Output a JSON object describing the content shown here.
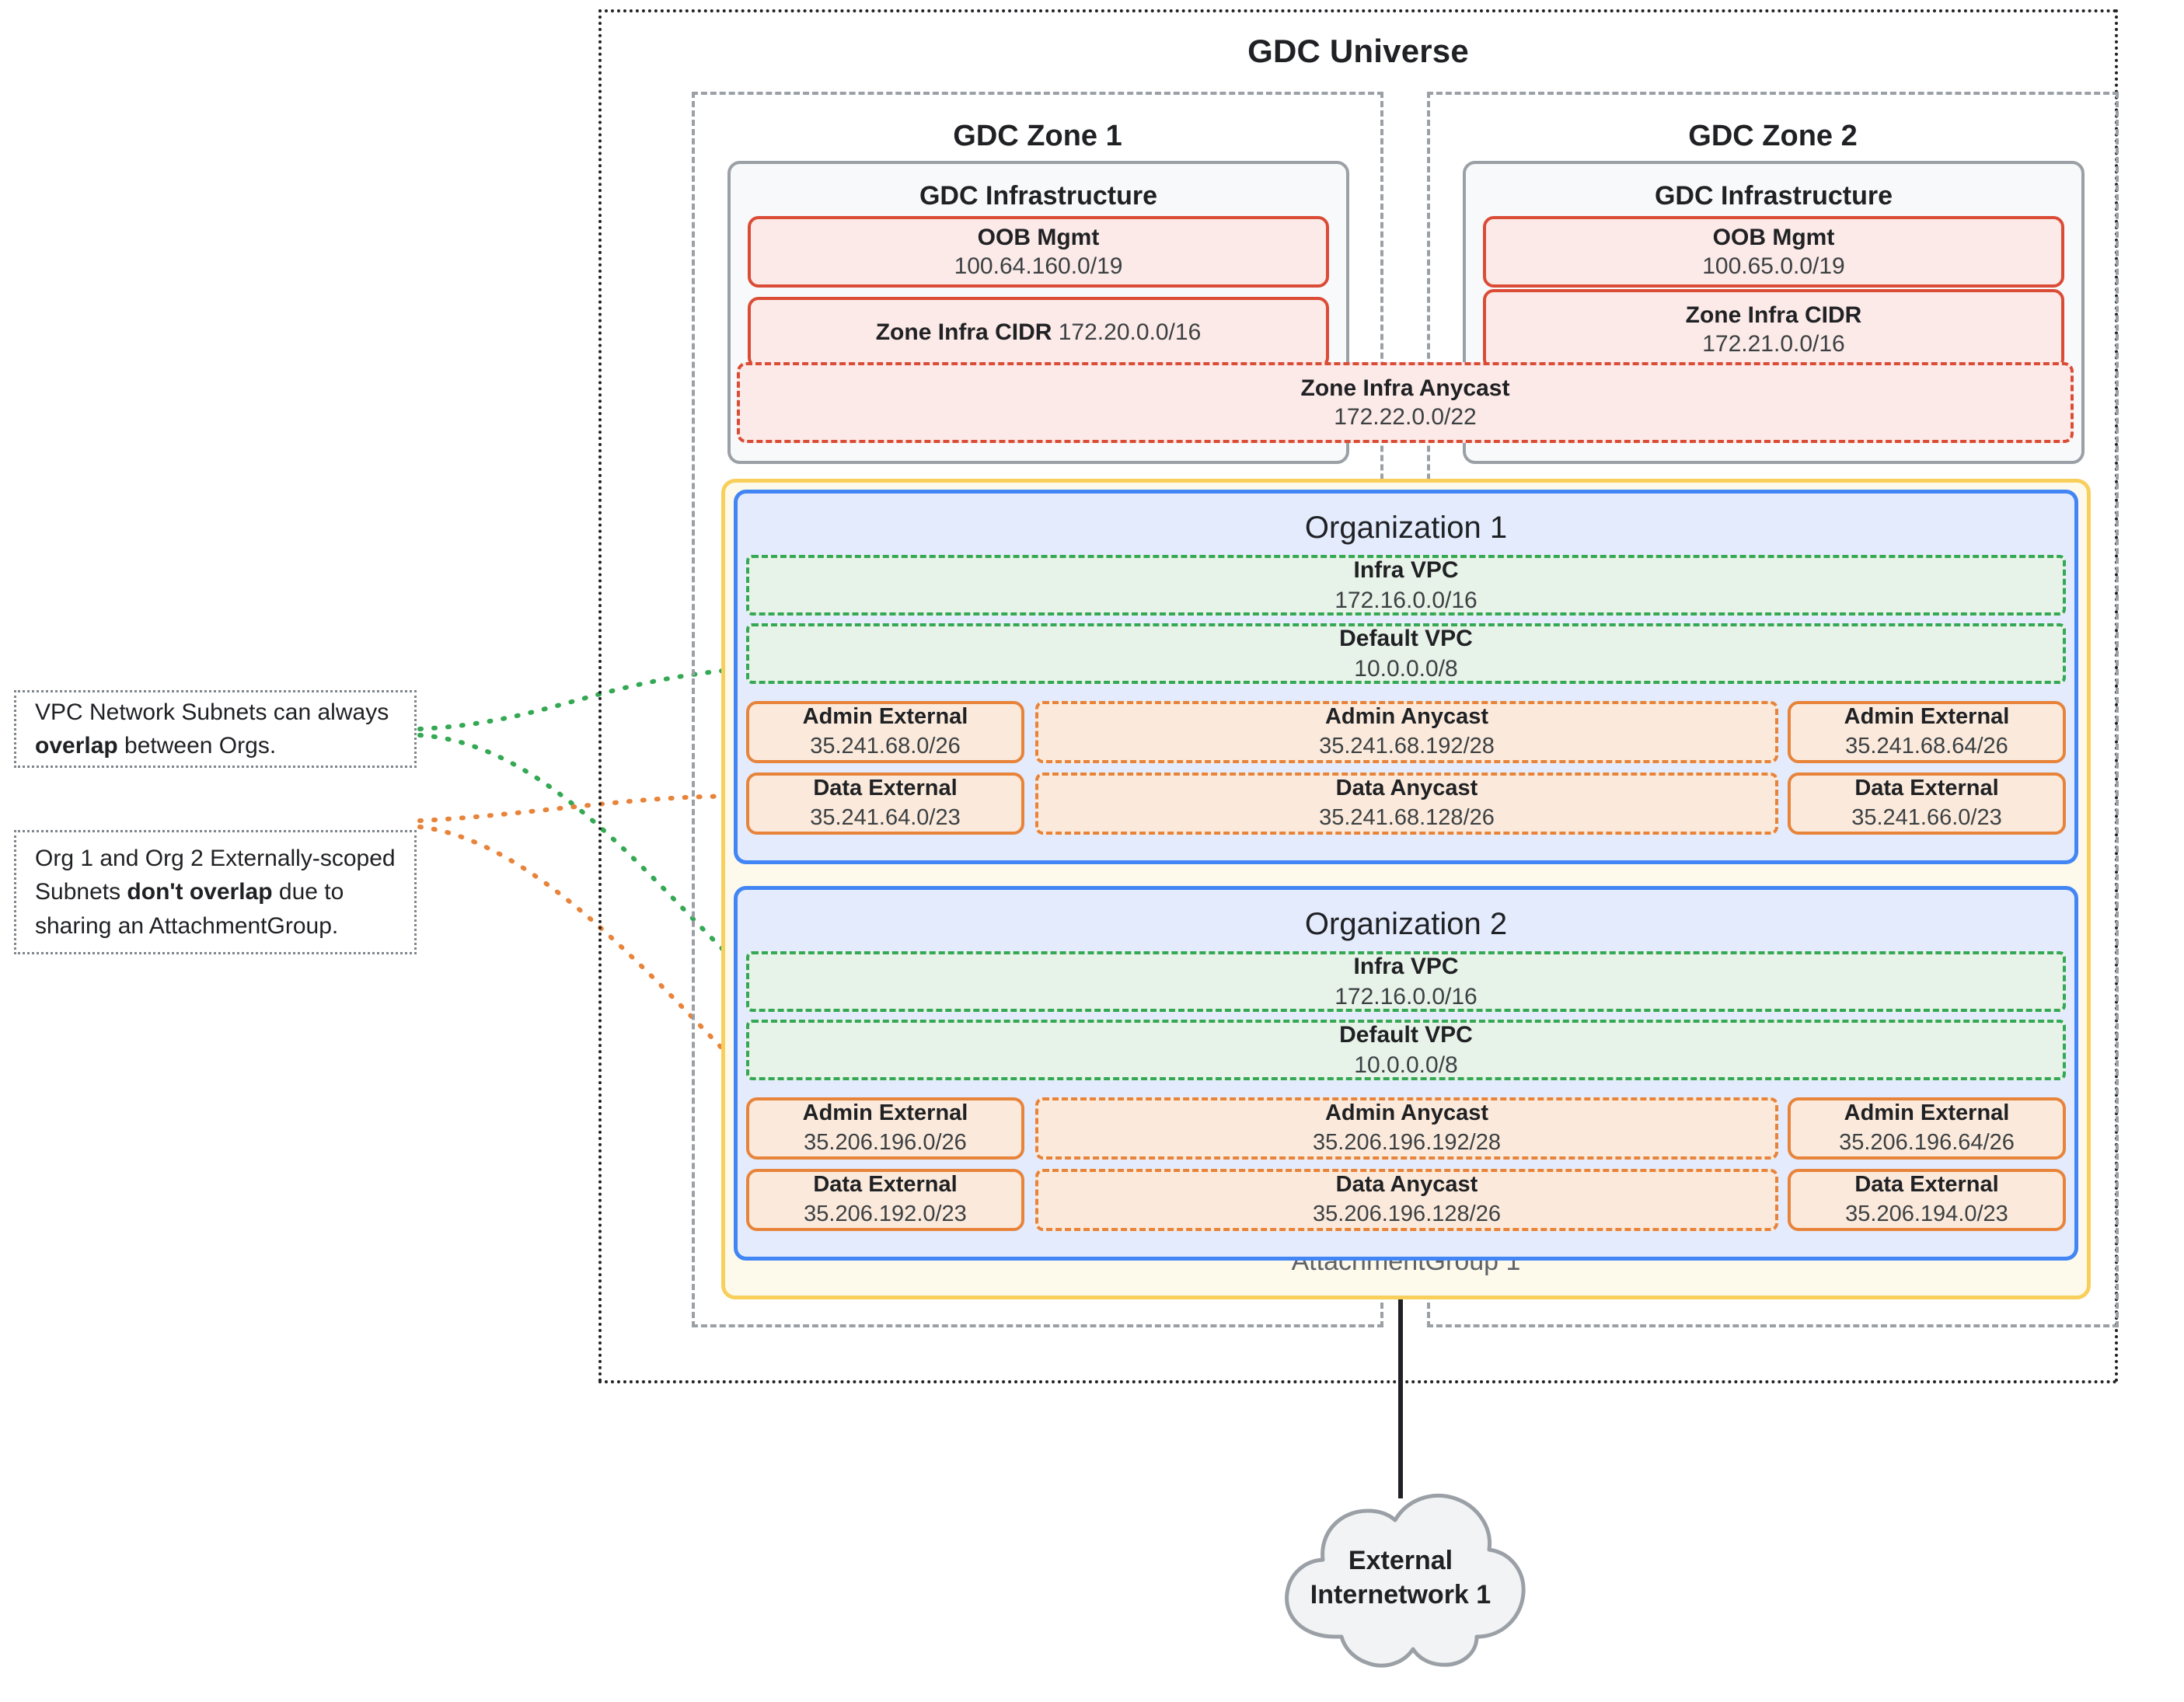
{
  "universe": {
    "title": "GDC Universe"
  },
  "zones": [
    {
      "title": "GDC Zone 1",
      "infra_title": "GDC Infrastructure",
      "oob": {
        "label": "OOB Mgmt",
        "cidr": "100.64.160.0/19"
      },
      "zone_infra_cidr": {
        "label": "Zone Infra CIDR",
        "cidr": "172.20.0.0/16",
        "inline": true
      }
    },
    {
      "title": "GDC Zone 2",
      "infra_title": "GDC Infrastructure",
      "oob": {
        "label": "OOB Mgmt",
        "cidr": "100.65.0.0/19"
      },
      "zone_infra_cidr": {
        "label": "Zone Infra CIDR",
        "cidr": "172.21.0.0/16",
        "inline": false
      }
    }
  ],
  "zone_infra_anycast": {
    "label": "Zone Infra Anycast",
    "cidr": "172.22.0.0/22"
  },
  "attachment_group": {
    "label": "AttachmentGroup 1"
  },
  "orgs": [
    {
      "title": "Organization 1",
      "infra_vpc": {
        "label": "Infra VPC",
        "cidr": "172.16.0.0/16"
      },
      "default_vpc": {
        "label": "Default VPC",
        "cidr": "10.0.0.0/8"
      },
      "admin_external_left": {
        "label": "Admin External",
        "cidr": "35.241.68.0/26"
      },
      "admin_anycast": {
        "label": "Admin Anycast",
        "cidr": "35.241.68.192/28"
      },
      "admin_external_right": {
        "label": "Admin External",
        "cidr": "35.241.68.64/26"
      },
      "data_external_left": {
        "label": "Data External",
        "cidr": "35.241.64.0/23"
      },
      "data_anycast": {
        "label": "Data Anycast",
        "cidr": "35.241.68.128/26"
      },
      "data_external_right": {
        "label": "Data External",
        "cidr": "35.241.66.0/23"
      }
    },
    {
      "title": "Organization 2",
      "infra_vpc": {
        "label": "Infra VPC",
        "cidr": "172.16.0.0/16"
      },
      "default_vpc": {
        "label": "Default VPC",
        "cidr": "10.0.0.0/8"
      },
      "admin_external_left": {
        "label": "Admin External",
        "cidr": "35.206.196.0/26"
      },
      "admin_anycast": {
        "label": "Admin Anycast",
        "cidr": "35.206.196.192/28"
      },
      "admin_external_right": {
        "label": "Admin External",
        "cidr": "35.206.196.64/26"
      },
      "data_external_left": {
        "label": "Data External",
        "cidr": "35.206.192.0/23"
      },
      "data_anycast": {
        "label": "Data Anycast",
        "cidr": "35.206.196.128/26"
      },
      "data_external_right": {
        "label": "Data External",
        "cidr": "35.206.194.0/23"
      }
    }
  ],
  "notes": [
    {
      "text_1": "VPC Network Subnets can always ",
      "bold": "overlap",
      "text_2": " between Orgs."
    },
    {
      "text_1": "Org 1 and Org 2 Externally-scoped Subnets ",
      "bold": "don't overlap",
      "text_2": " due to sharing an AttachmentGroup."
    }
  ],
  "cloud": {
    "line_1": "External",
    "line_2": "Internetwork 1"
  },
  "colors": {
    "universe_border": "#202124",
    "zone_border": "#9aa0a6",
    "infra_panel_bg": "#f7f9fa",
    "infra_subnet_border": "#db4c36",
    "infra_subnet_bg": "#fbeae7",
    "org_border": "#4285f4",
    "org_bg": "#e3ebfd",
    "vpc_border": "#34a853",
    "vpc_bg": "#e7f2e8",
    "subnet_border": "#e8833a",
    "subnet_bg": "#fbeadb",
    "attachment_group_border": "#f9cf5c",
    "attachment_group_bg": "#fdfaeb",
    "note_border": "#80868b",
    "cloud_fill": "#f1f3f4",
    "cloud_stroke": "#9aa0a6"
  }
}
